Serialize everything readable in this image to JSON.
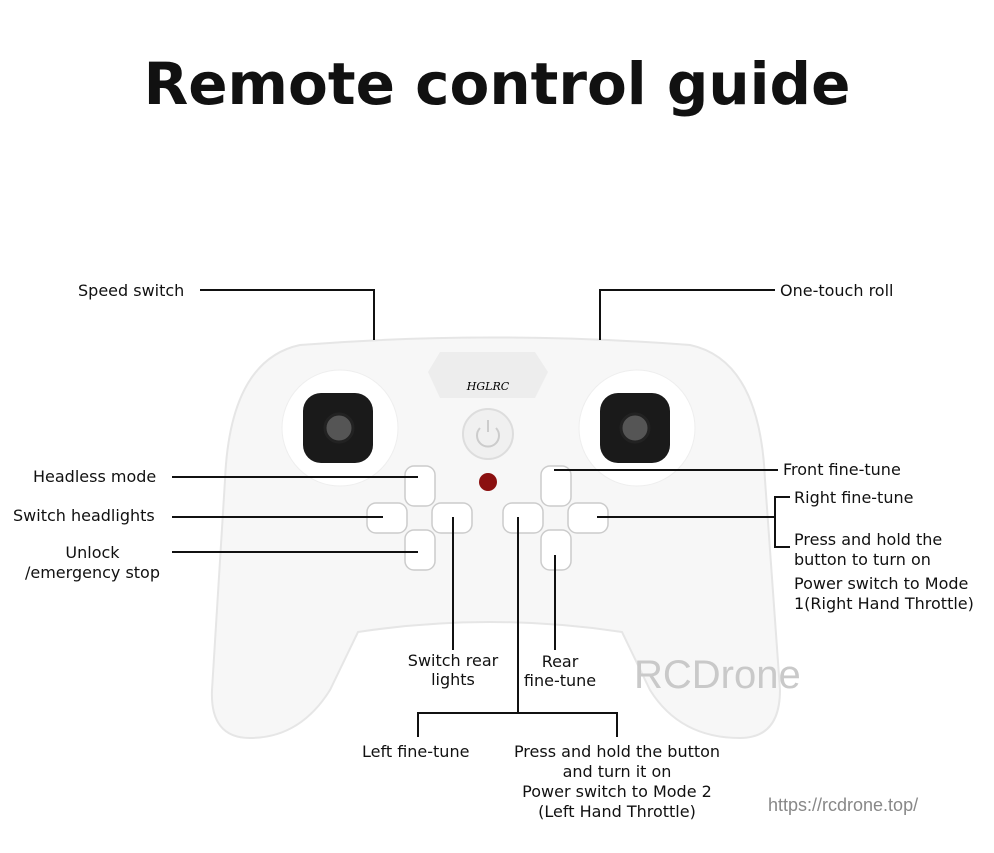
{
  "title": "Remote control guide",
  "logo_text": "HGLRC",
  "labels": {
    "speed_switch": "Speed switch",
    "one_touch_roll": "One-touch roll",
    "headless_mode": "Headless mode",
    "switch_headlights": "Switch headlights",
    "unlock": [
      "Unlock",
      "/emergency stop"
    ],
    "front_fine_tune": "Front fine-tune",
    "right_fine_tune": "Right fine-tune",
    "mode1": [
      "Press and hold the",
      "button to turn on",
      "Power switch to Mode",
      "1(Right Hand Throttle)"
    ],
    "switch_rear_lights": [
      "Switch rear",
      "lights"
    ],
    "rear_fine_tune": [
      "Rear",
      "fine-tune"
    ],
    "left_fine_tune": "Left fine-tune",
    "mode2": [
      "Press and hold the button",
      "and turn it on",
      "Power switch to Mode 2",
      "(Left Hand Throttle)"
    ]
  },
  "watermark": "RCDrone",
  "url": "https://rcdrone.top/"
}
